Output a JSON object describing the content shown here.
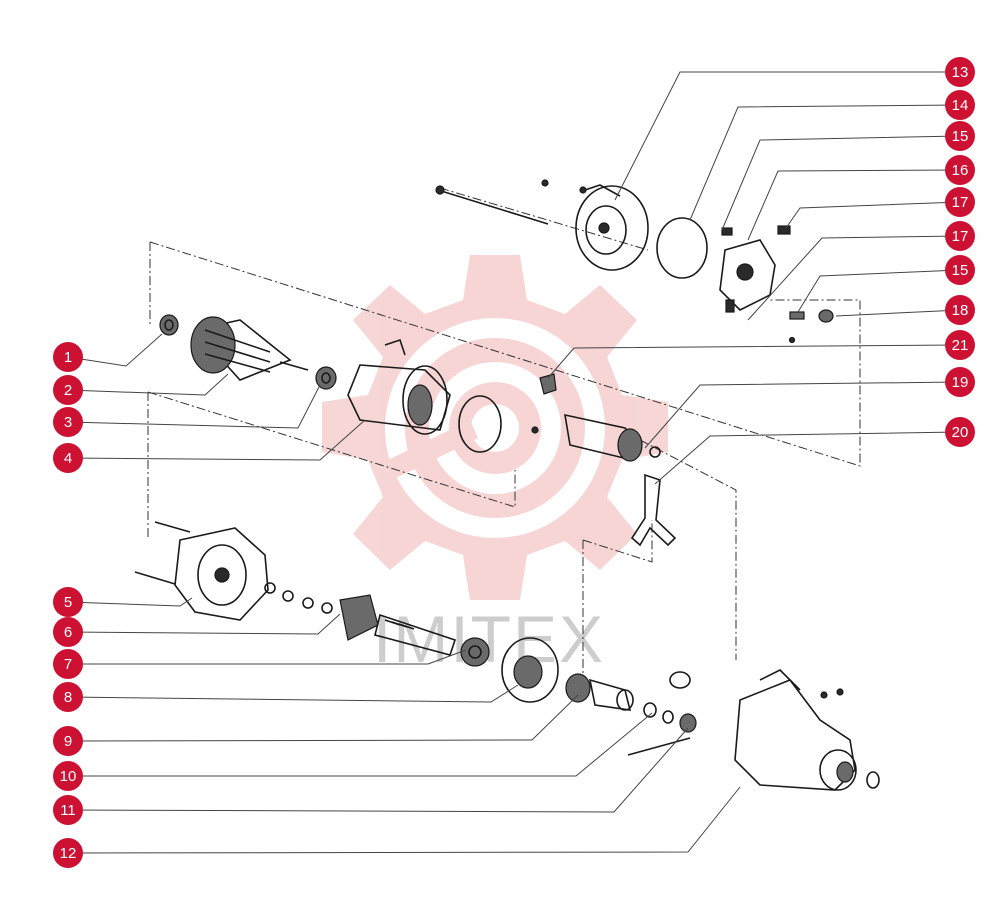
{
  "diagram": {
    "type": "exploded parts diagram",
    "watermark": {
      "text": "IMITEX"
    },
    "callouts": [
      {
        "label": "1"
      },
      {
        "label": "2"
      },
      {
        "label": "3"
      },
      {
        "label": "4"
      },
      {
        "label": "5"
      },
      {
        "label": "6"
      },
      {
        "label": "7"
      },
      {
        "label": "8"
      },
      {
        "label": "9"
      },
      {
        "label": "10"
      },
      {
        "label": "11"
      },
      {
        "label": "12"
      },
      {
        "label": "13"
      },
      {
        "label": "14"
      },
      {
        "label": "15"
      },
      {
        "label": "16"
      },
      {
        "label": "17"
      },
      {
        "label": "17"
      },
      {
        "label": "15"
      },
      {
        "label": "18"
      },
      {
        "label": "21"
      },
      {
        "label": "19"
      },
      {
        "label": "20"
      }
    ],
    "colors": {
      "badge": "#cc1133",
      "badge_text": "#ffffff",
      "line_art": "#1a1a1a",
      "watermark": "#e8a3a3"
    }
  }
}
